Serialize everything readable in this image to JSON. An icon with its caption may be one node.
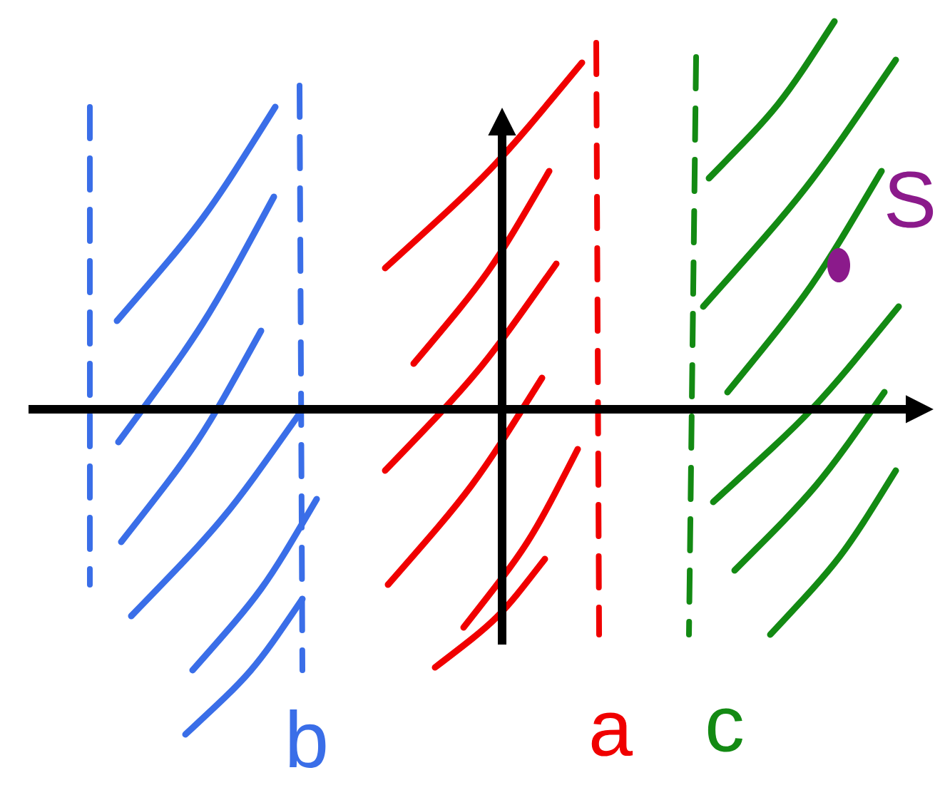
{
  "diagram": {
    "labels": [
      "S",
      "b",
      "a",
      "c"
    ]
  }
}
